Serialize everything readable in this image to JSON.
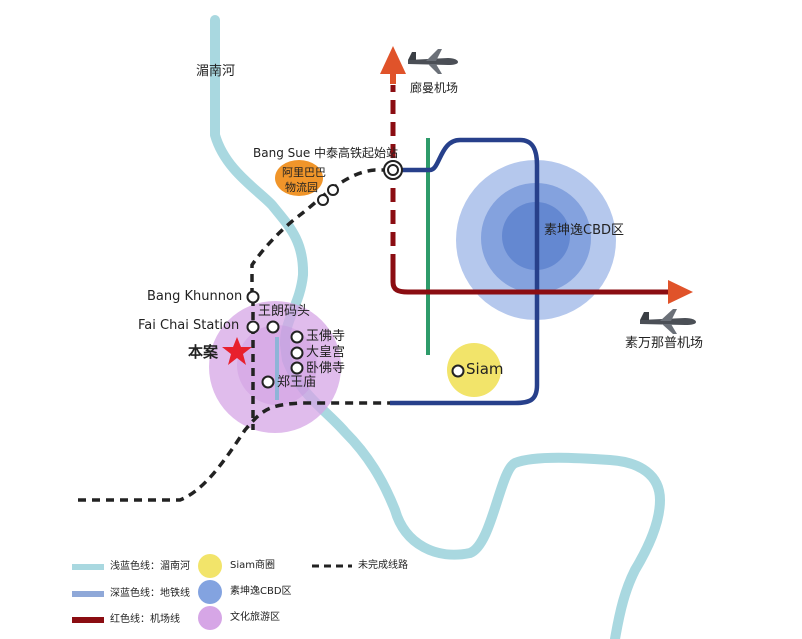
{
  "map": {
    "labels": {
      "river": "湄南河",
      "don_mueang": "廊曼机场",
      "bang_sue": "Bang Sue 中泰高铁起始站",
      "alibaba_line1": "阿里巴巴",
      "alibaba_line2": "物流园",
      "sukhumvit_cbd": "素坤逸CBD区",
      "bang_khunnon": "Bang Khunnon",
      "fai_chai": "Fai Chai Station",
      "wang_lang": "王朗码头",
      "project": "本案",
      "emerald_buddha": "玉佛寺",
      "grand_palace": "大皇宫",
      "wat_pho": "卧佛寺",
      "wat_arun": "郑王庙",
      "siam": "Siam",
      "suvarnabhumi": "素万那普机场"
    },
    "colors": {
      "river": "#a9d8e0",
      "metro": "#27408b",
      "airport_line": "#8b0d12",
      "airport_arrow": "#e0532a",
      "green_line": "#2e9b6a",
      "cbd_zone": "#5a84d6",
      "culture_zone": "#d6a6e6",
      "siam_zone": "#f2e46a",
      "alibaba_badge": "#f0952a",
      "project_star": "#e8202c"
    },
    "icons": [
      "airplane-icon",
      "star-icon",
      "station-circle-icon"
    ]
  },
  "legend": {
    "river": "浅蓝色线：湄南河",
    "metro": "深蓝色线：地铁线",
    "airport": "红色线：机场线",
    "siam": "Siam商圈",
    "cbd": "素坤逸CBD区",
    "culture": "文化旅游区",
    "unfinished": "未完成线路"
  }
}
